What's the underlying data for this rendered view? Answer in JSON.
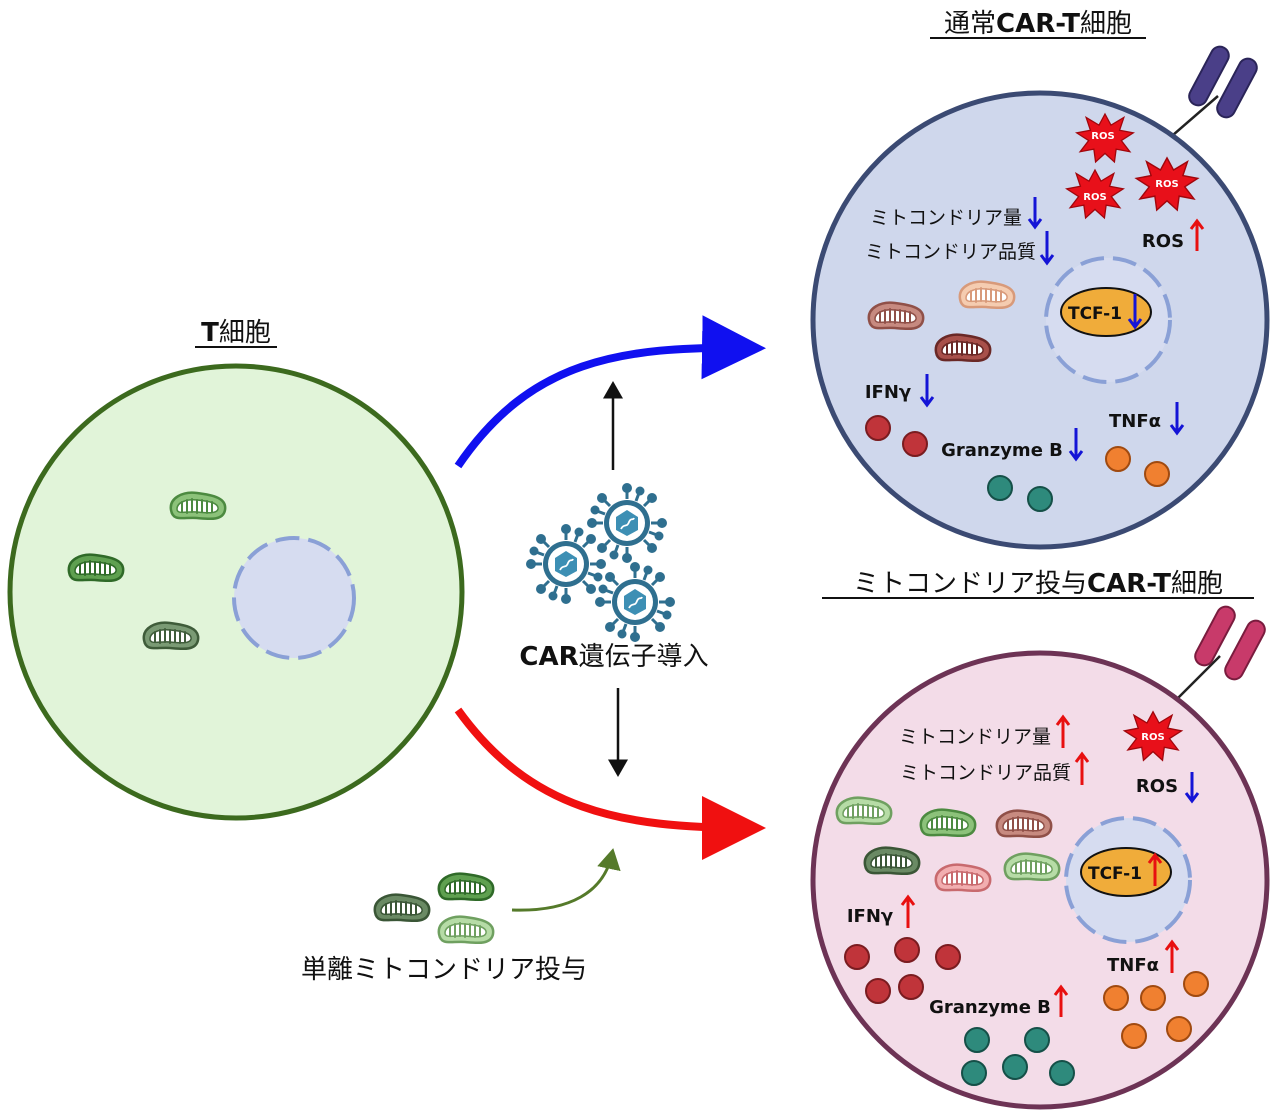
{
  "t_cell": {
    "title_prefix": "T",
    "title_suffix": "細胞"
  },
  "process": {
    "car_transduction_prefix": "CAR",
    "car_transduction_suffix": "遺伝子導入",
    "mito_administration": "単離ミトコンドリア投与"
  },
  "normal_car_t": {
    "title_a": "通常",
    "title_b": "CAR-T",
    "title_c": "細胞",
    "mito_amount": "ミトコンドリア量",
    "mito_quality": "ミトコンドリア品質",
    "ros_label": "ROS",
    "ros_badge": "ROS",
    "tcf1": "TCF-1",
    "ifng": "IFNγ",
    "granzyme": "Granzyme B",
    "tnfa": "TNFα"
  },
  "mito_car_t": {
    "title_a": "ミトコンドリア投与",
    "title_b": "CAR-T",
    "title_c": "細胞",
    "mito_amount": "ミトコンドリア量",
    "mito_quality": "ミトコンドリア品質",
    "ros_label": "ROS",
    "ros_badge": "ROS",
    "tcf1": "TCF-1",
    "ifng": "IFNγ",
    "granzyme": "Granzyme B",
    "tnfa": "TNFα"
  },
  "colors": {
    "t_cell_fill": "#e1f4d9",
    "t_cell_border": "#3c6a1e",
    "normal_cell_fill": "#cfd7ec",
    "normal_cell_border": "#3b4a73",
    "mito_cell_fill": "#f3dce8",
    "mito_cell_border": "#6d3355",
    "nucleus_fill": "#d6dcf0",
    "nucleus_border": "#8aa0d6",
    "tcf1_fill": "#f0ac3a",
    "arrow_up": "#e81010",
    "arrow_down": "#1414d6",
    "blue_path": "#1010f0",
    "red_path": "#f01010",
    "green_path": "#557a2a",
    "ifng_dot": "#c0343a",
    "granzyme_dot": "#2e8a7c",
    "tnfa_dot": "#f08030",
    "ros_burst": "#e8101a",
    "receptor_normal": "#4a3f88",
    "receptor_mito": "#c83a6a"
  },
  "icons": [
    "mitochondrion-icon",
    "virus-icon",
    "ros-burst-icon",
    "receptor-icon",
    "up-arrow-icon",
    "down-arrow-icon"
  ]
}
